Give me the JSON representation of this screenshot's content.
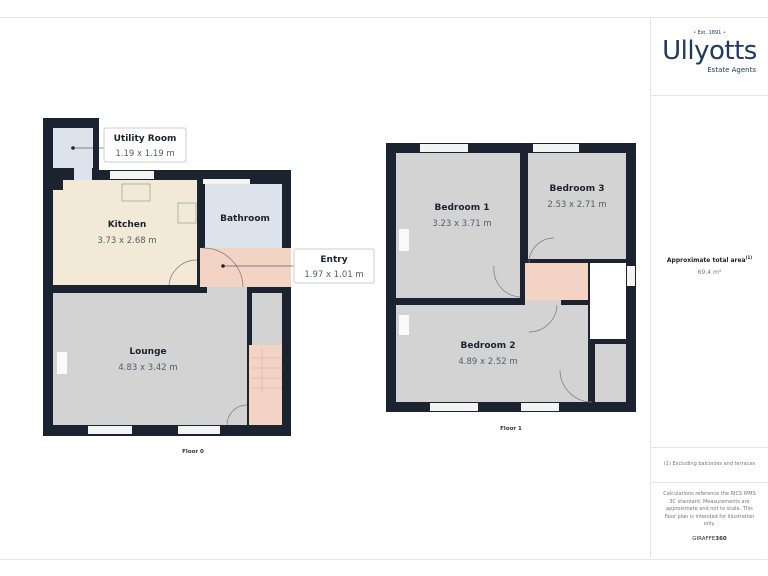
{
  "brand": {
    "name": "Ullyotts",
    "established": "Est. 1891",
    "tagline": "Estate Agents",
    "color": "#1e3a63"
  },
  "summary": {
    "area_title": "Approximate total area",
    "area_sup": "(1)",
    "area_value": "69.4 m²",
    "footnote": "(1) Excluding balconies and terraces",
    "disclaimer": "Calculations reference the RICS IPMS 3C standard. Measurements are approximate and not to scale. This floor plan is intended for illustration only.",
    "credit_a": "GIRAFFE",
    "credit_b": "360"
  },
  "floors": [
    {
      "label": "Floor 0",
      "rooms": [
        {
          "name": "Utility Room",
          "size": "1.19 x 1.19 m"
        },
        {
          "name": "Kitchen",
          "size": "3.73 x 2.68 m"
        },
        {
          "name": "Bathroom",
          "size": ""
        },
        {
          "name": "Entry",
          "size": "1.97 x 1.01 m"
        },
        {
          "name": "Lounge",
          "size": "4.83 x 3.42 m"
        }
      ]
    },
    {
      "label": "Floor 1",
      "rooms": [
        {
          "name": "Bedroom 1",
          "size": "3.23 x 3.71 m"
        },
        {
          "name": "Bedroom 3",
          "size": "2.53 x 2.71 m"
        },
        {
          "name": "Bedroom 2",
          "size": "4.89 x 2.52 m"
        }
      ]
    }
  ],
  "colors": {
    "wall": "#1b2331",
    "kitchen": "#f2ead6",
    "wet": "#dde3ec",
    "entry": "#f2d3c4",
    "room": "#d3d3d3"
  }
}
